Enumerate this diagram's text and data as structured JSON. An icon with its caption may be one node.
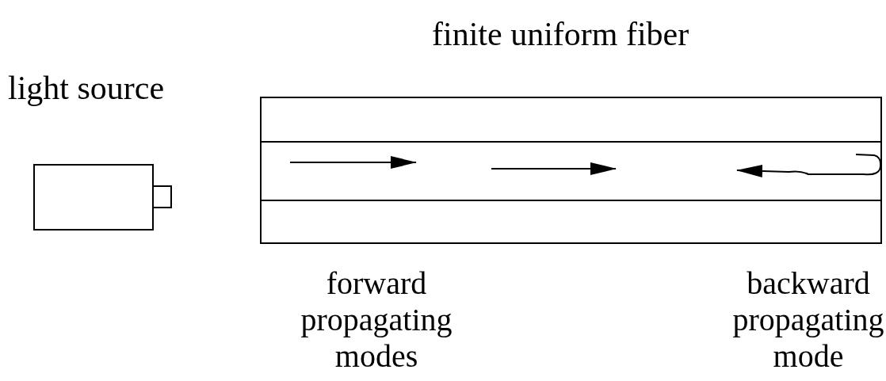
{
  "diagram": {
    "nodes": [
      {
        "text": [
          "light source"
        ]
      },
      {
        "text": [
          "finite uniform fiber"
        ]
      }
    ],
    "labels": [
      "forward propagating modes",
      "backward propagating mode"
    ]
  }
}
